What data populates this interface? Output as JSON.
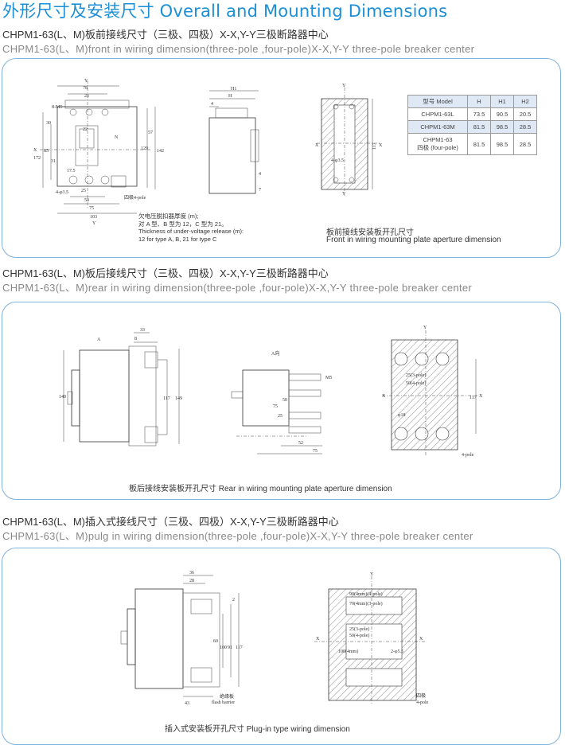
{
  "page_title": "外形尺寸及安装尺寸 Overall and Mounting Dimensions",
  "sections": [
    {
      "heading_cn": "CHPM1-63(L、M)板前接线尺寸（三极、四极）X-X,Y-Y三极断路器中心",
      "heading_en": "CHPM1-63(L、M)front in wiring dimension(three-pole ,four-pole)X-X,Y-Y three-pole breaker center",
      "caption_cn": "板前接线安装板开孔尺寸",
      "caption_en": "Front in wiring mounting plate aperture dimension",
      "note_lines": [
        "欠电压脱扣器厚度 (m);",
        "对 A 型、B 型为 12，C 型为 21。",
        "Thickness of under-voltage release (m):",
        "12 for type A, B, 21 for type C"
      ],
      "table": {
        "headers": [
          "型号 Model",
          "H",
          "H1",
          "H2"
        ],
        "rows": [
          [
            "CHPM1-63L",
            "73.5",
            "90.5",
            "20.5"
          ],
          [
            "CHPM1-63M",
            "81.5",
            "98.5",
            "28.5"
          ],
          [
            "CHPM1-63\n四极 (four-pole)",
            "81.5",
            "98.5",
            "28.5"
          ]
        ]
      },
      "dims": {
        "y_top": "Y",
        "d78": "78",
        "d25": "25",
        "m5": "8-M5",
        "d30": "30",
        "d22": "22",
        "x": "X",
        "d172": "172",
        "d85": "85",
        "d31": "31",
        "d17": "17.5",
        "d35": "4-φ3.5",
        "d25b": "25",
        "d50": "50",
        "d75": "75",
        "d103": "103",
        "y_bottom": "Y",
        "n": "N",
        "d57": "57",
        "d142": "142",
        "d129": "129",
        "four_pole": "四极4-pole",
        "h": "H",
        "h1": "H1",
        "d4": "4",
        "d7": "7",
        "d117": "117",
        "d43": "4-φ3.5"
      }
    },
    {
      "heading_cn": "CHPM1-63(L、M)板后接线尺寸（三极、四极）X-X,Y-Y三极断路器中心",
      "heading_en": "CHPM1-63(L、M)rear in wiring dimension(three-pole ,four-pole)X-X,Y-Y three-pole breaker center",
      "caption": "板后接线安装板开孔尺寸 Rear in wiring mounting plate aperture dimension",
      "dims": {
        "a": "A",
        "d33": "33",
        "d8": "8",
        "d140": "140",
        "d117": "117",
        "d149": "149",
        "a_dir": "A向",
        "m5": "M5",
        "d50": "50",
        "d75": "75",
        "d25": "25",
        "d52": "52",
        "d75b": "75",
        "x": "X",
        "y": "Y",
        "d25p": "25(3-pole)",
        "d50p": "50(4-pole)",
        "d18": "φ18",
        "d117b": "117",
        "four_pole": "4-pole"
      }
    },
    {
      "heading_cn": "CHPM1-63(L、M)插入式接线尺寸（三极、四极）X-X,Y-Y三极断路器中心",
      "heading_en": "CHPM1-63(L、M)pulg in wiring dimension(three-pole ,four-pole)X-X,Y-Y three-pole breaker center",
      "caption": "插入式安装板开孔尺寸 Plug-in type wiring dimension",
      "dims": {
        "d36": "36",
        "d28": "28",
        "d2": "2",
        "d60": "60",
        "d100": "100",
        "d91": "91",
        "d117": "117",
        "d43": "43",
        "barrier_cn": "绝缘板",
        "barrier_en": "flash barrier",
        "x": "X",
        "y": "Y",
        "d90": "90(4mm)(4-pole)",
        "d70": "70(4mm)(3-pole)",
        "d25": "25(3-pole)",
        "d50": "50(4-pole)",
        "d100b": "100(4mm)",
        "d65": "2-φ5.5",
        "four_pole_cn": "四极",
        "four_pole": "4-pole"
      }
    }
  ]
}
